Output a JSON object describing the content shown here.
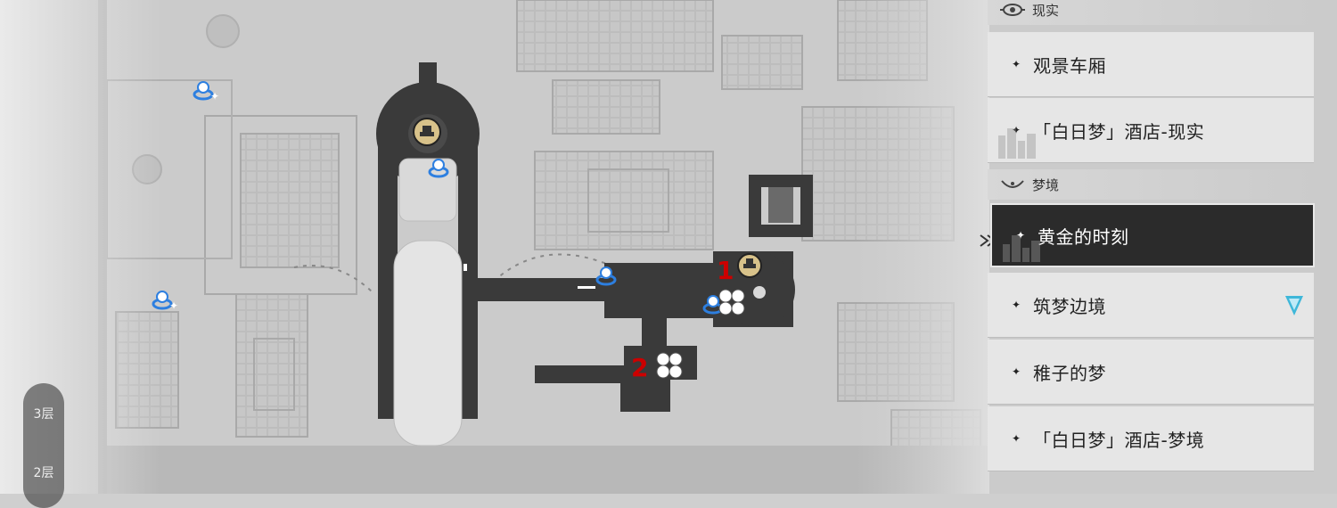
{
  "map": {
    "floors": [
      {
        "label": "3层"
      },
      {
        "label": "2层"
      }
    ],
    "markers": {
      "marker1_label": "1",
      "marker2_label": "2"
    },
    "colors": {
      "path": "#3a3a3a",
      "background": "#cfcfcf",
      "marker_number": "#cc0000",
      "teleport_icon": "#2d7fe0",
      "nav_arrow": "#3fb7d9"
    }
  },
  "panel": {
    "categories": [
      {
        "label": "现实",
        "icon": "eye-icon"
      },
      {
        "label": "梦境",
        "icon": "dream-crescent-icon"
      }
    ],
    "reality_items": [
      {
        "label": "观景车厢"
      },
      {
        "label": "「白日梦」酒店-现实"
      }
    ],
    "dream_items": [
      {
        "label": "黄金的时刻",
        "active": true
      },
      {
        "label": "筑梦边境",
        "has_nav_arrow": true
      },
      {
        "label": "稚子的梦"
      },
      {
        "label": "「白日梦」酒店-梦境"
      }
    ]
  }
}
